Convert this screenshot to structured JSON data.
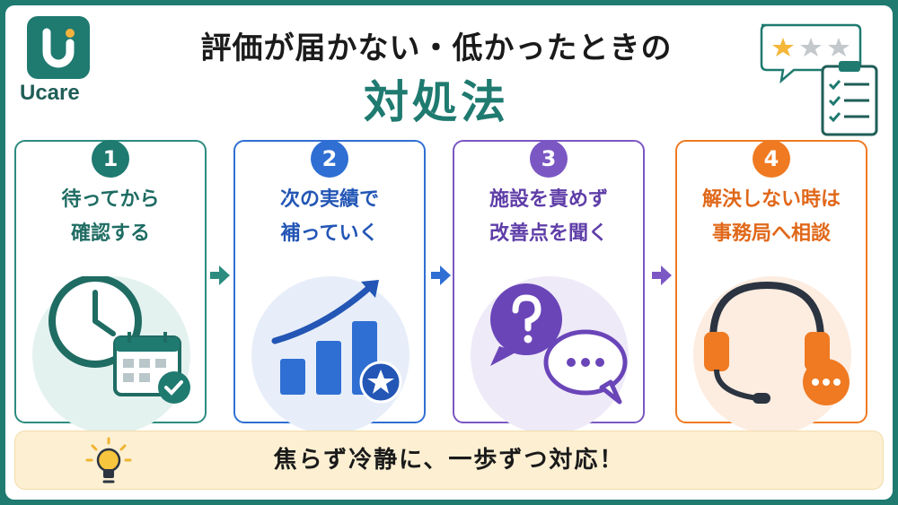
{
  "brand": {
    "logo_letter": "U",
    "name": "Ucare"
  },
  "header": {
    "title_line1": "評価が届かない・低かったときの",
    "title_line2": "対処法"
  },
  "steps": [
    {
      "number": "1",
      "line1": "待ってから",
      "line2": "確認する",
      "icon": "clock-calendar-icon"
    },
    {
      "number": "2",
      "line1": "次の実績で",
      "line2": "補っていく",
      "icon": "growth-chart-star-icon"
    },
    {
      "number": "3",
      "line1": "施設を責めず",
      "line2": "改善点を聞く",
      "icon": "question-chat-bubbles-icon"
    },
    {
      "number": "4",
      "line1": "解決しない時は",
      "line2": "事務局へ相談",
      "icon": "headset-support-icon"
    }
  ],
  "footer": {
    "message": "焦らず冷静に、一歩ずつ対応！",
    "icon": "lightbulb-icon"
  },
  "rating": {
    "stars_filled": 1,
    "stars_total": 3
  },
  "colors": {
    "teal": "#1f7a70",
    "blue": "#2f6fd3",
    "purple": "#7b57c4",
    "orange": "#ef7a22",
    "footer_bg": "#fcefd2"
  }
}
